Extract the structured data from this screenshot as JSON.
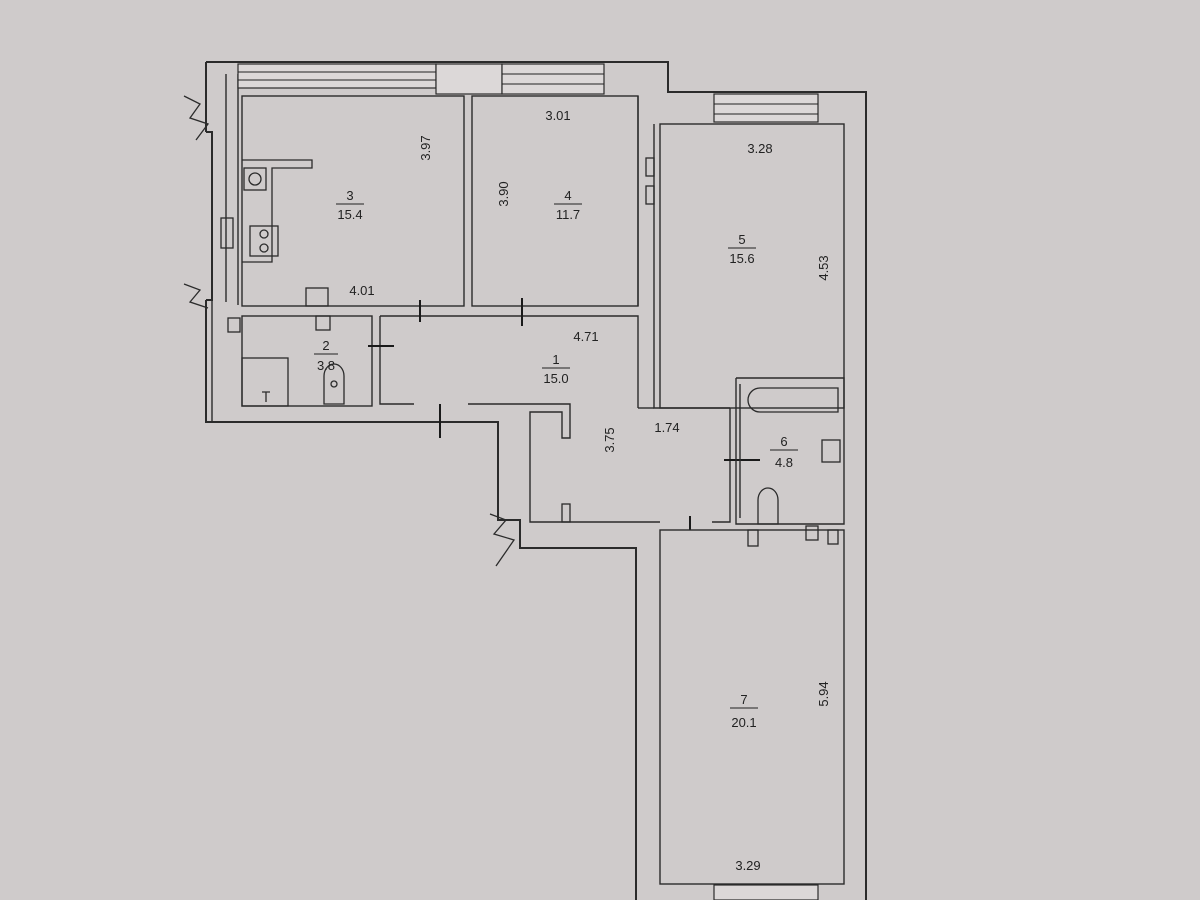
{
  "rooms": [
    {
      "number": "1",
      "area": "15.0"
    },
    {
      "number": "2",
      "area": "3.8"
    },
    {
      "number": "3",
      "area": "15.4"
    },
    {
      "number": "4",
      "area": "11.7"
    },
    {
      "number": "5",
      "area": "15.6"
    },
    {
      "number": "6",
      "area": "4.8"
    },
    {
      "number": "7",
      "area": "20.1"
    }
  ],
  "dimensions": {
    "room3_height": "3.97",
    "room3_width": "4.01",
    "room4_width": "3.01",
    "room4_height": "3.90",
    "room5_width": "3.28",
    "room5_height": "4.53",
    "hall_width": "4.71",
    "hall_height": "3.75",
    "hall_passage": "1.74",
    "room7_height": "5.94",
    "room7_width": "3.29"
  },
  "colors": {
    "paper": "#cfcbcb",
    "lines": "#2b2b2b"
  }
}
